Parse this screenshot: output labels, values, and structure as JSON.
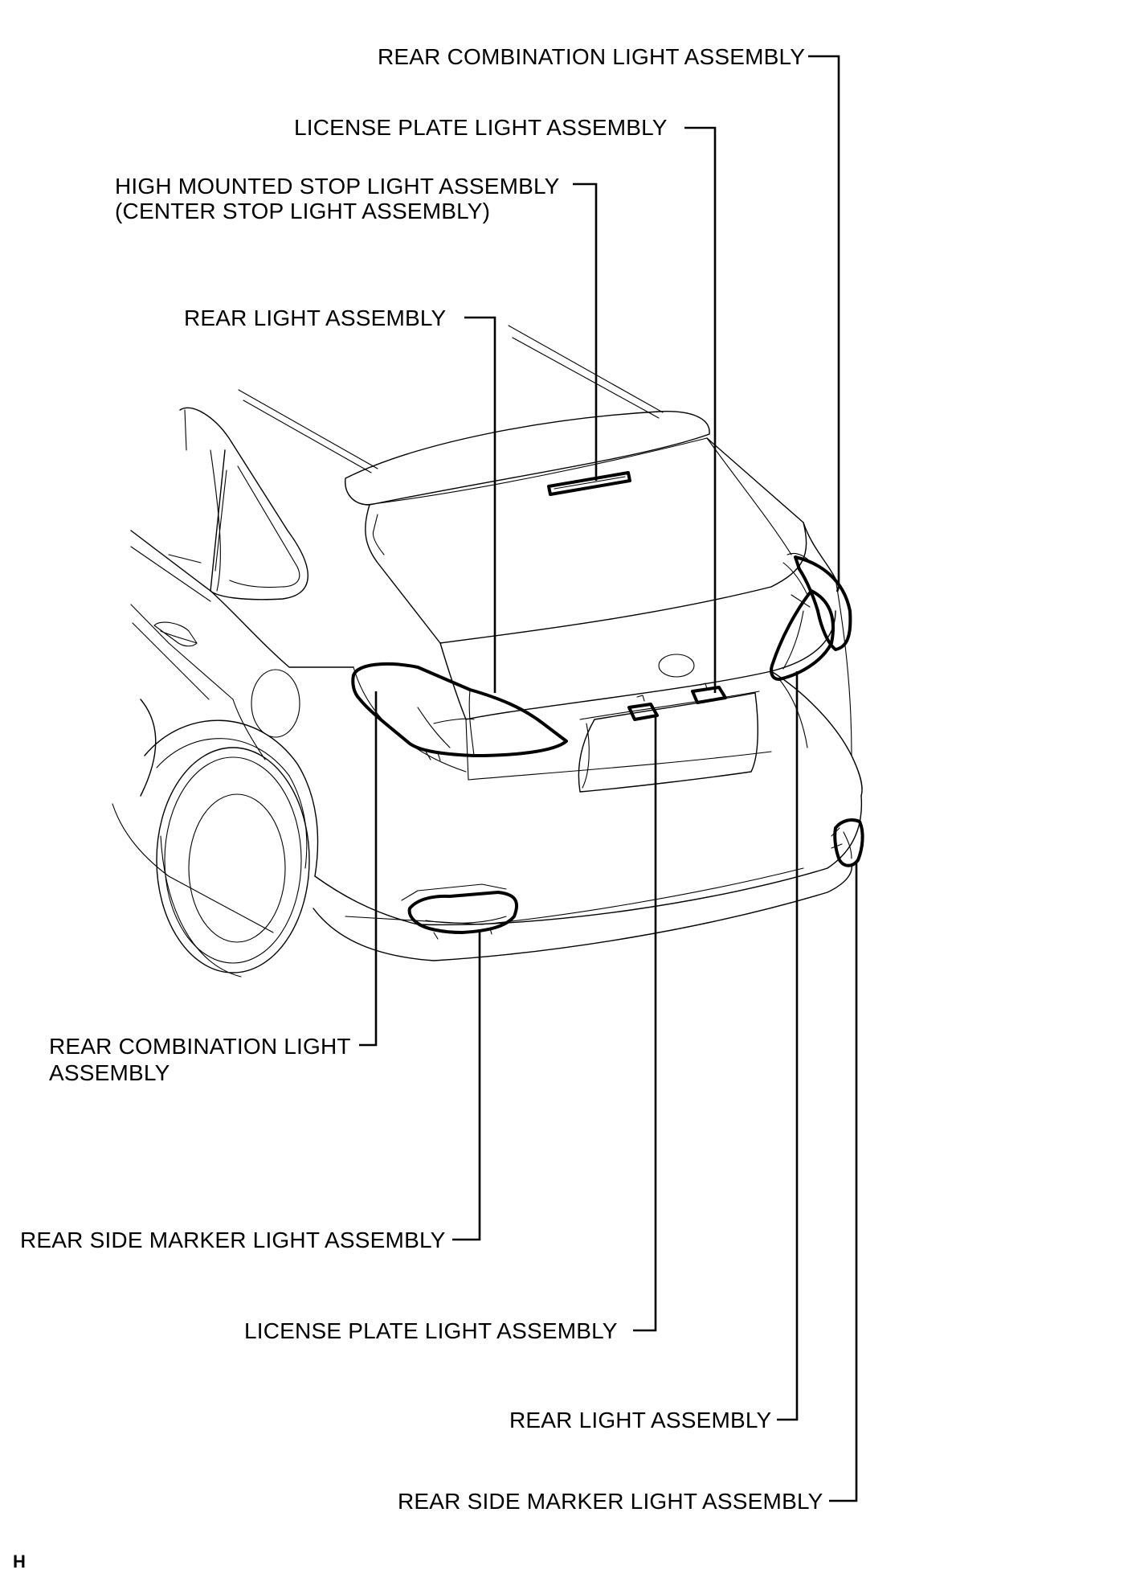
{
  "diagram": {
    "labels": {
      "rear_combination_top": "REAR COMBINATION LIGHT ASSEMBLY",
      "license_plate_top": "LICENSE PLATE LIGHT ASSEMBLY",
      "high_mount_line1": "HIGH MOUNTED STOP LIGHT ASSEMBLY",
      "high_mount_line2": "(CENTER STOP LIGHT ASSEMBLY)",
      "rear_light_top": "REAR LIGHT ASSEMBLY",
      "rear_combination_left_line1": "REAR COMBINATION LIGHT",
      "rear_combination_left_line2": "ASSEMBLY",
      "rear_side_marker_left": "REAR SIDE MARKER LIGHT ASSEMBLY",
      "license_plate_bottom": "LICENSE PLATE LIGHT ASSEMBLY",
      "rear_light_bottom": "REAR LIGHT ASSEMBLY",
      "rear_side_marker_bottom": "REAR SIDE MARKER LIGHT ASSEMBLY"
    },
    "corner_mark": "H"
  }
}
